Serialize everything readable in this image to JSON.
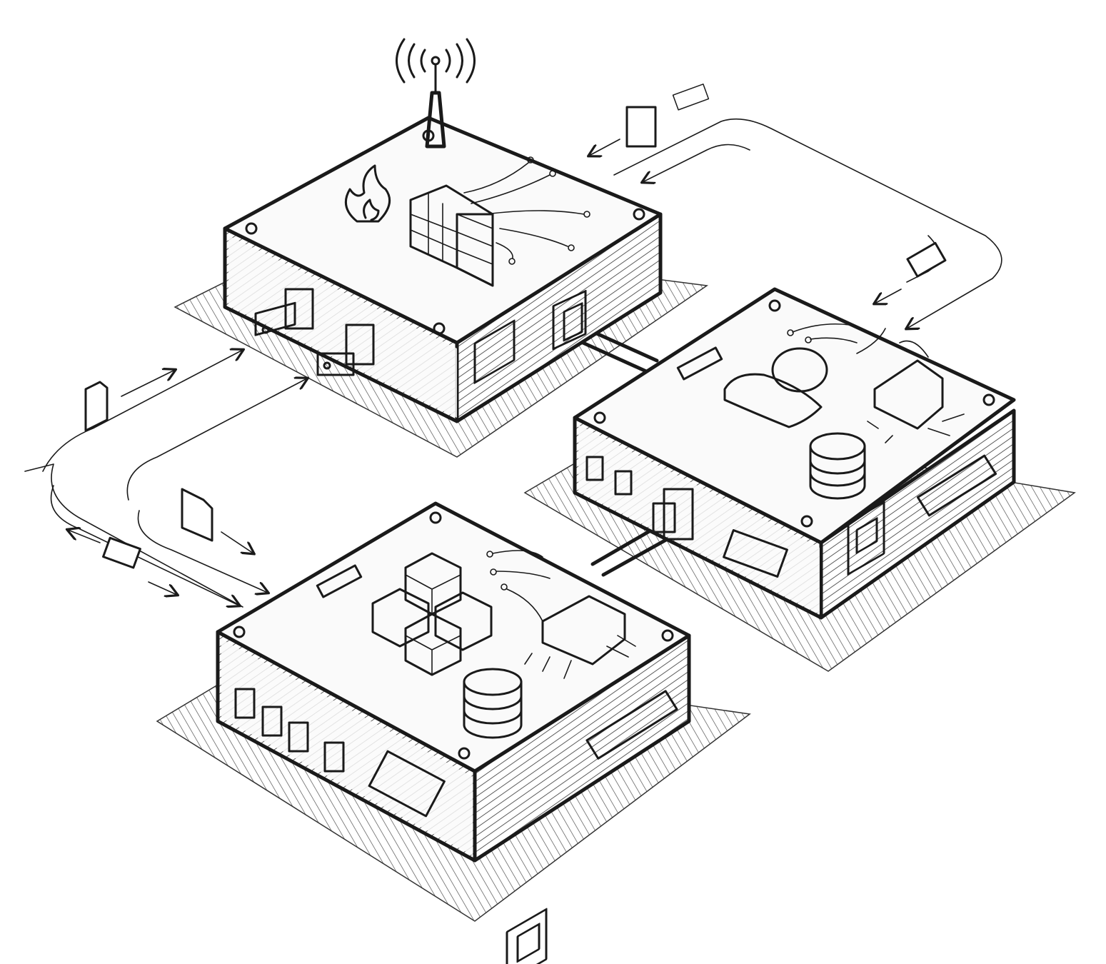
{
  "illustration": {
    "style": "hand-drawn pencil sketch",
    "colors": {
      "ink": "#1a1a1a",
      "paper": "#ffffff",
      "face": "#fafafa"
    },
    "devices": [
      {
        "role": "firewall-router",
        "icons": [
          "antenna-icon",
          "wifi-signal-icon",
          "flame-icon",
          "brick-wall-icon",
          "circuit-traces-icon"
        ],
        "ports": [
          "usb-port",
          "usb-port",
          "serial-port",
          "ethernet-port"
        ]
      },
      {
        "role": "user-database-server",
        "icons": [
          "user-icon",
          "database-icon",
          "chip-icon",
          "heatsink-icon",
          "circuit-traces-icon"
        ],
        "ports": [
          "lock-button",
          "up-button",
          "ethernet-port",
          "serial-port",
          "ethernet-jack",
          "pin-header"
        ]
      },
      {
        "role": "package-storage-server",
        "icons": [
          "boxes-icon",
          "database-icon",
          "chip-icon",
          "heatsink-icon",
          "circuit-traces-icon"
        ],
        "ports": [
          "button",
          "button",
          "button",
          "button",
          "display-slot",
          "ethernet-jack",
          "pin-header"
        ]
      }
    ],
    "flows": [
      "document-icon",
      "packet-icon",
      "arrow-icon"
    ]
  }
}
